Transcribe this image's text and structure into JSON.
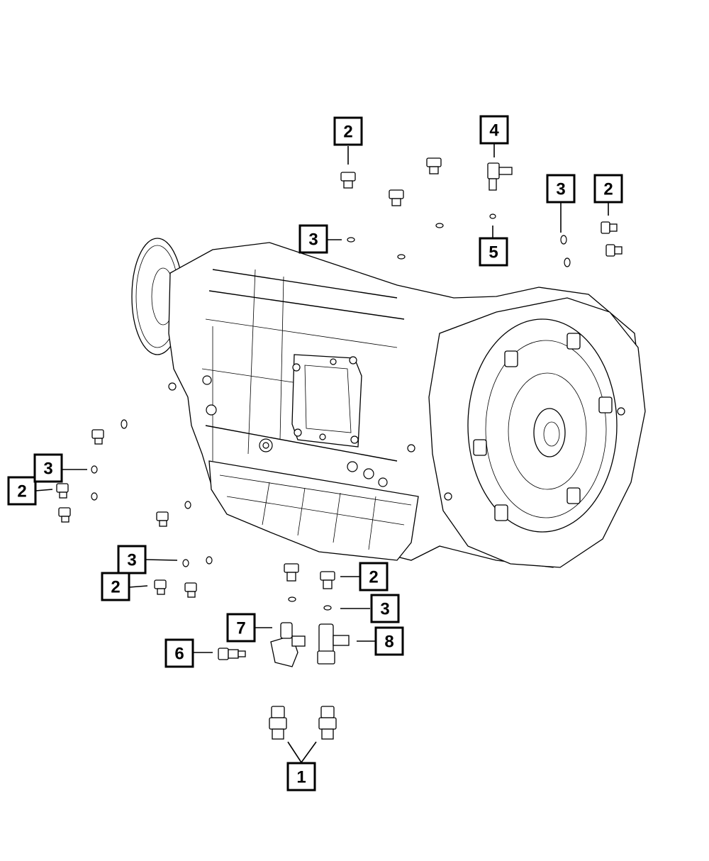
{
  "callouts": {
    "c1": "1",
    "c2a": "2",
    "c2b": "2",
    "c2c": "2",
    "c2d": "2",
    "c2e": "2",
    "c3a": "3",
    "c3b": "3",
    "c3c": "3",
    "c3d": "3",
    "c3e": "3",
    "c4": "4",
    "c5": "5",
    "c6": "6",
    "c7": "7",
    "c8": "8"
  }
}
